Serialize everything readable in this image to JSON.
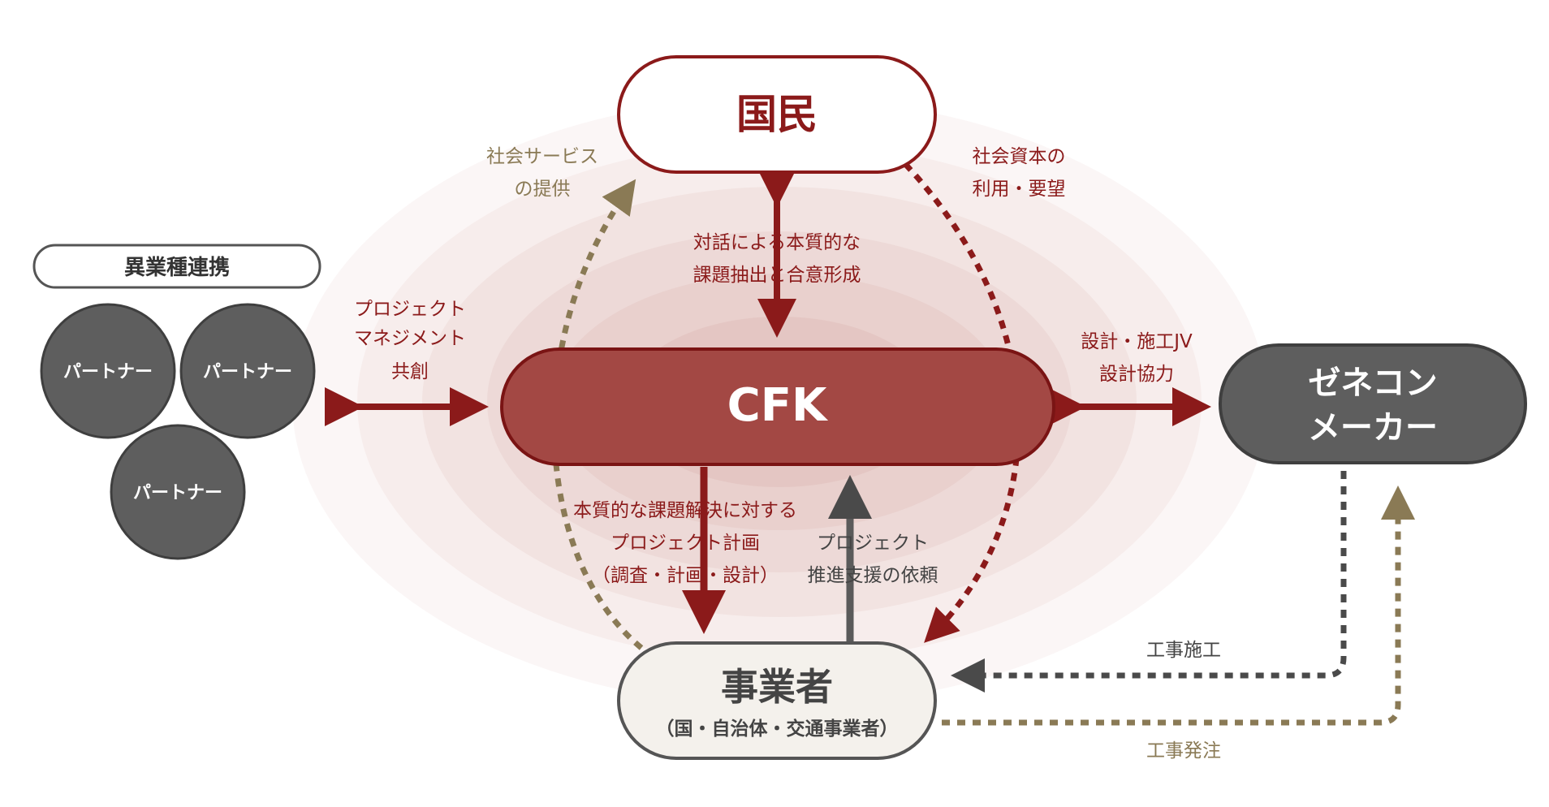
{
  "nodes": {
    "kokumin": "国民",
    "cfk": "CFK",
    "zenecon": [
      "ゼネコン",
      "メーカー"
    ],
    "jigyosha": "事業者",
    "jigyosha_sub": "（国・自治体・交通事業者）",
    "partner_group": "異業種連携",
    "partners": [
      "パートナー",
      "パートナー",
      "パートナー"
    ]
  },
  "labels": {
    "service": [
      "社会サービス",
      "の提供"
    ],
    "capital": [
      "社会資本の",
      "利用・要望"
    ],
    "dialog": [
      "対話による本質的な",
      "課題抽出と合意形成"
    ],
    "pm": [
      "プロジェクト",
      "マネジメント",
      "共創"
    ],
    "design_jv": [
      "設計・施工JV",
      "設計協力"
    ],
    "plan": [
      "本質的な課題解決に対する",
      "プロジェクト計画",
      "（調査・計画・設計）"
    ],
    "support": [
      "プロジェクト",
      "推進支援の依頼"
    ],
    "construction": "工事施工",
    "order": "工事発注"
  },
  "colors": {
    "crimson": "#8b1a1a",
    "cfk_fill": "#a34844",
    "gray_dark": "#5e5e5e",
    "gray_border": "#3f3f3f",
    "olive": "#8a7a55",
    "cream": "#f4f1ec",
    "halo": "#c9867f"
  }
}
